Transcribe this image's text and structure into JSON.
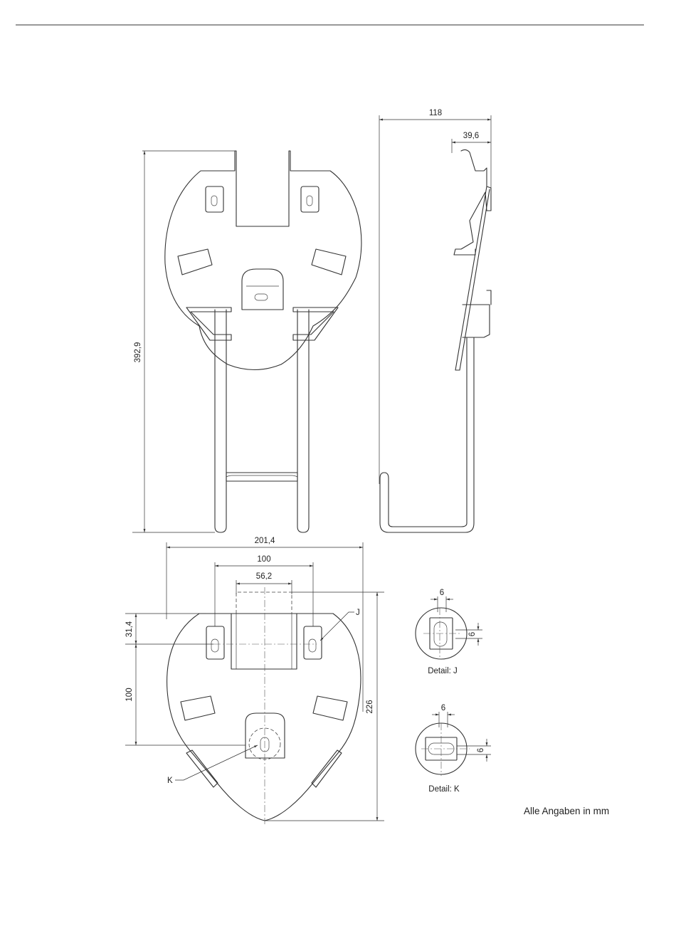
{
  "views": {
    "front": {
      "height": "392,9"
    },
    "side": {
      "depth": "118",
      "offset": "39,6"
    },
    "top": {
      "width": "201,4",
      "hole_spacing": "100",
      "slot_width": "56,2",
      "depth": "226",
      "front_offset": "31,4",
      "hole_row_spacing": "100",
      "callout_j": "J",
      "callout_k": "K"
    }
  },
  "details": {
    "j": {
      "title": "Detail: J",
      "dim_h": "6",
      "dim_v": "6"
    },
    "k": {
      "title": "Detail: K",
      "dim_h": "6",
      "dim_v": "6"
    }
  },
  "note": "Alle Angaben in mm"
}
